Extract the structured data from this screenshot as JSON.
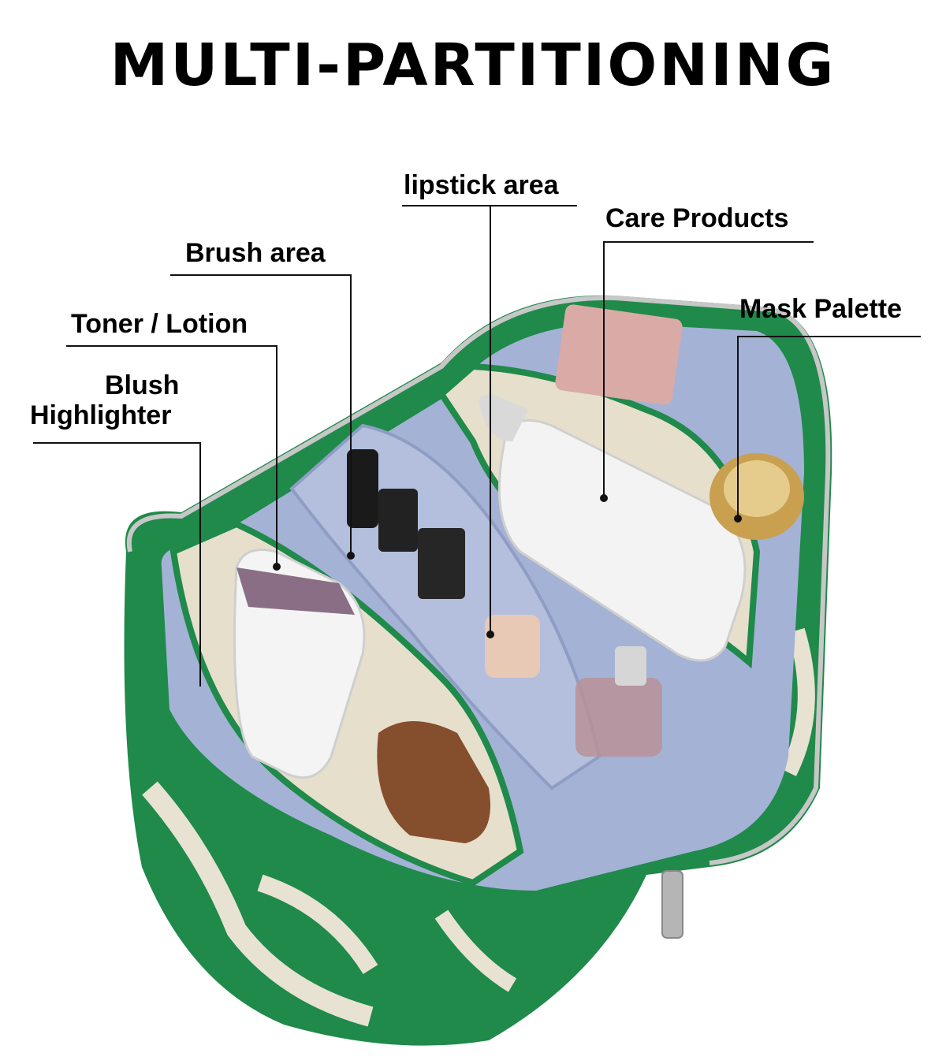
{
  "title": "MULTI-PARTITIONING",
  "labels": {
    "lipstick": "lipstick area",
    "care": "Care Products",
    "brush": "Brush area",
    "mask": "Mask Palette",
    "toner": "Toner / Lotion",
    "blush": "Blush",
    "highlighter": "Highlighter"
  },
  "colors": {
    "bag_green": "#1f8a4a",
    "lining_blue": "#a4b2d6",
    "cream": "#e8e2d2",
    "text": "#000000"
  }
}
